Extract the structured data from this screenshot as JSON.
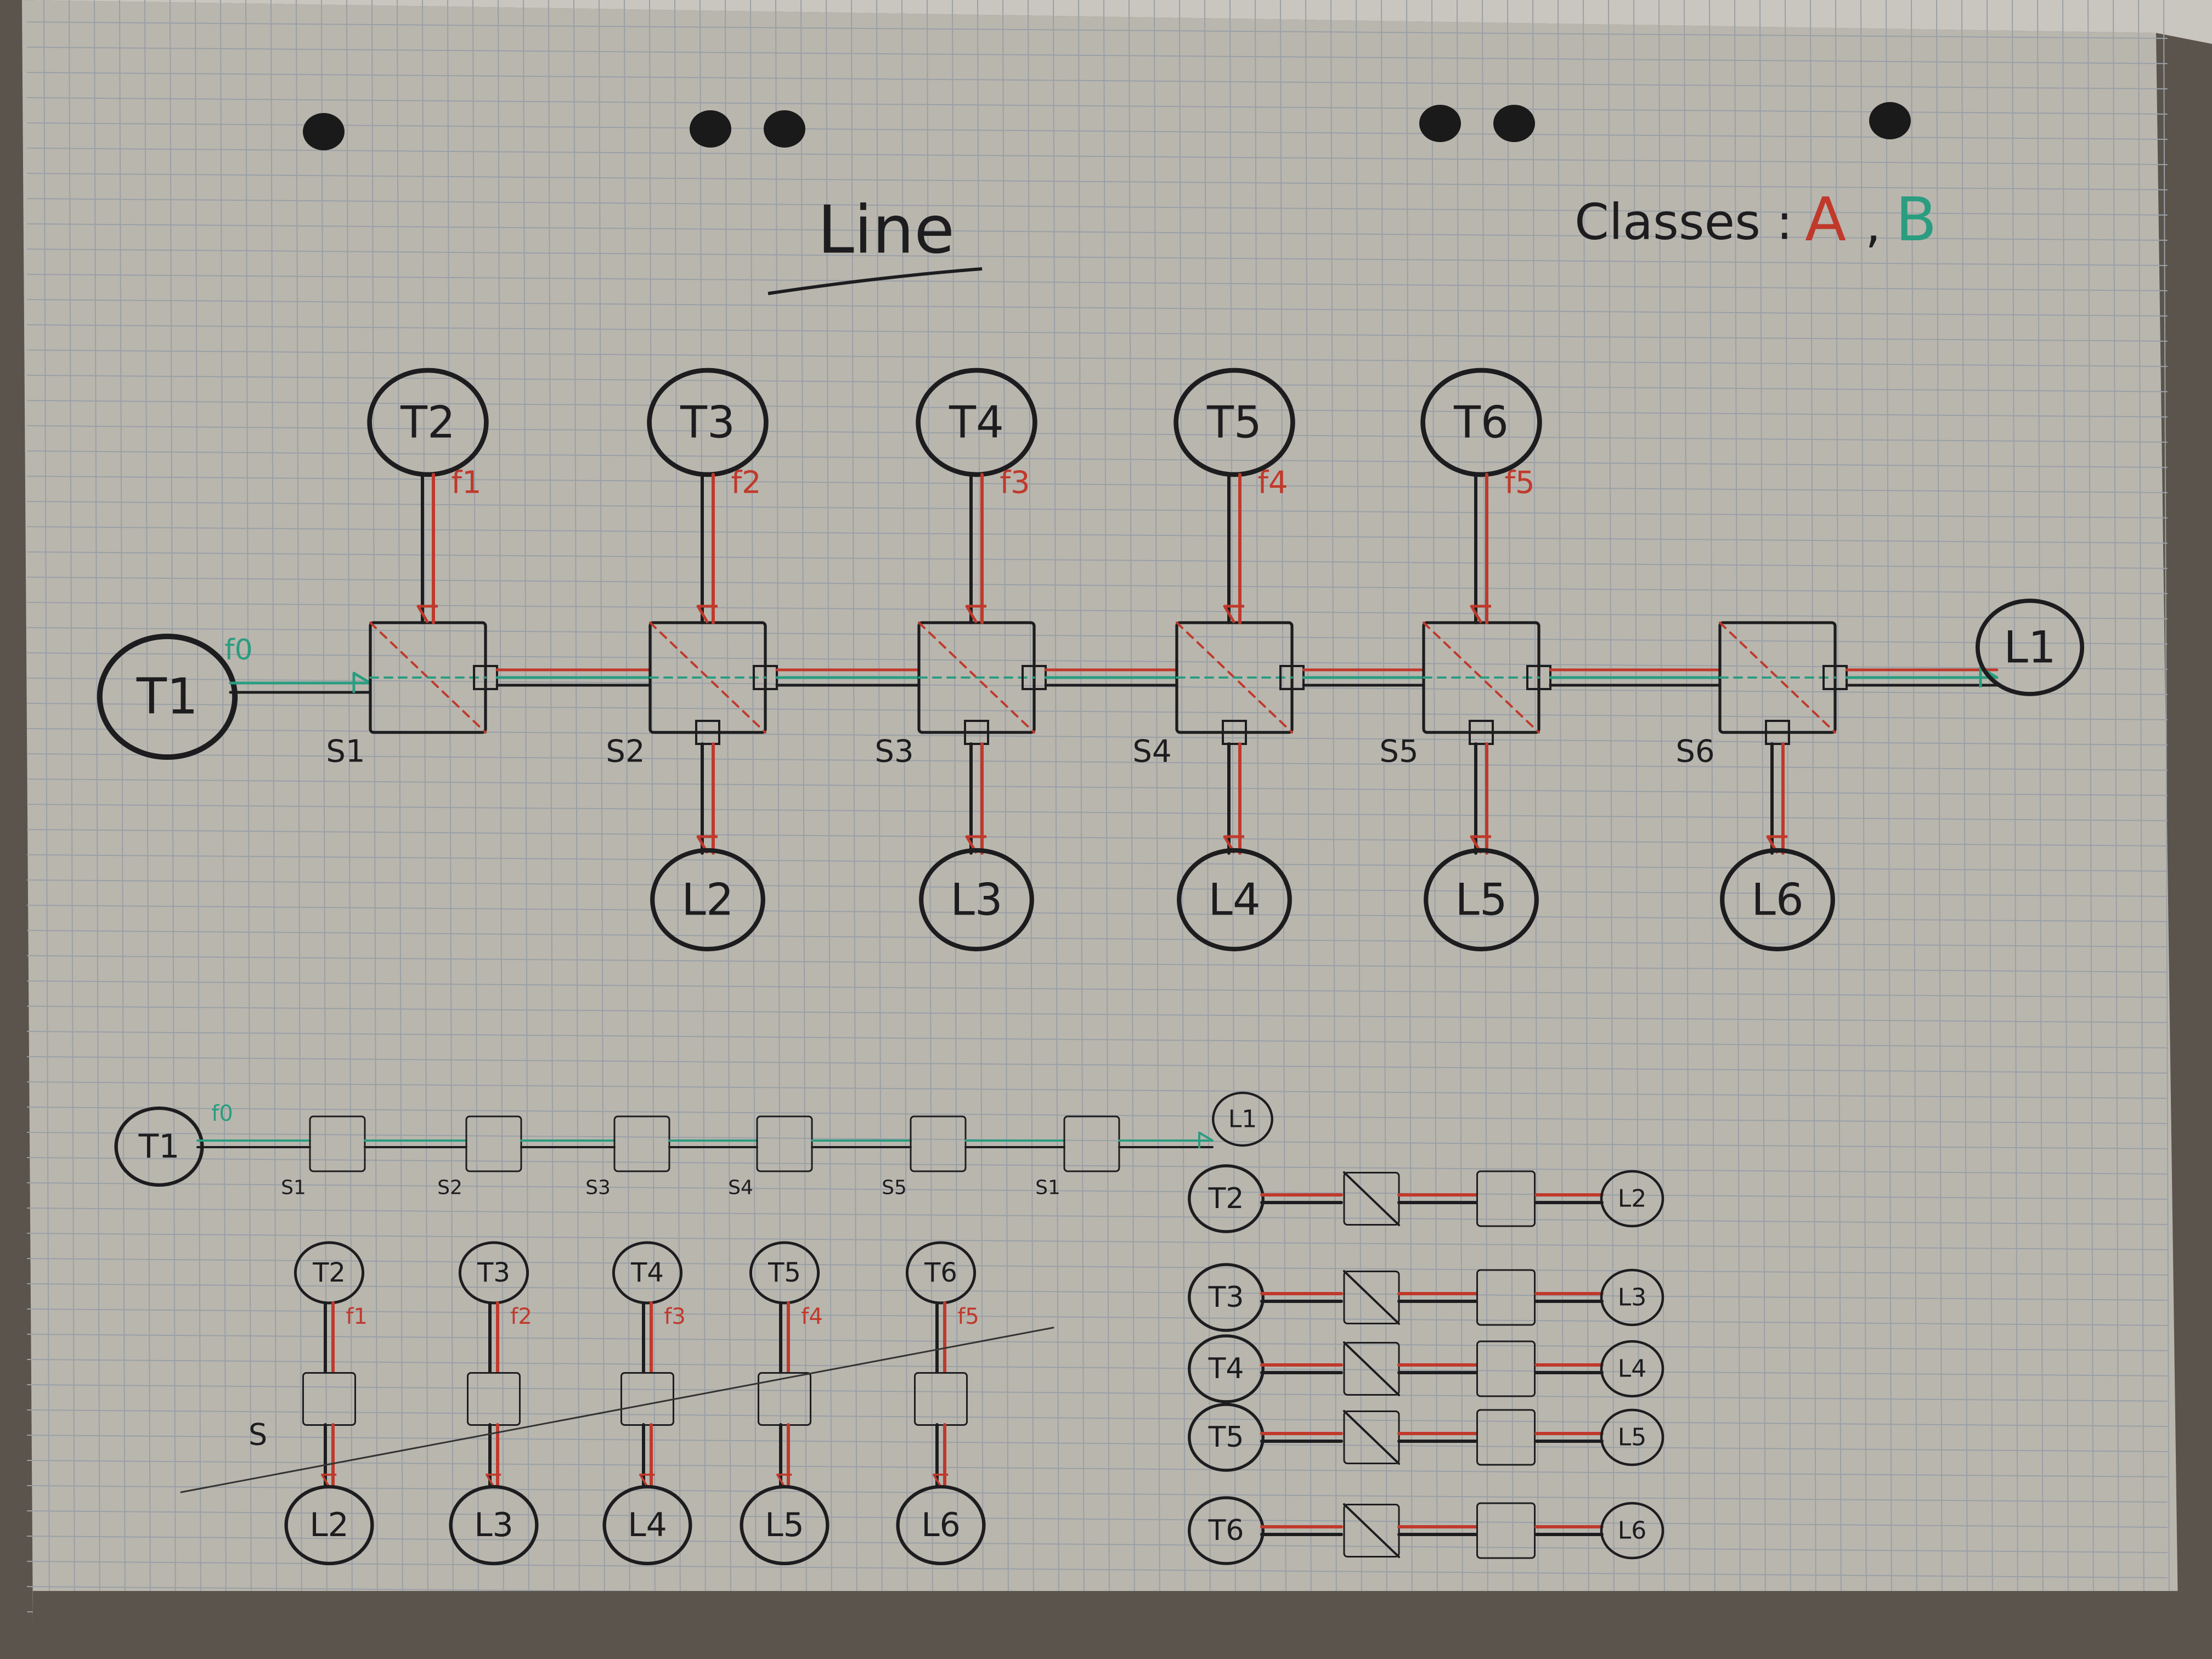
{
  "title": "Line",
  "classes": {
    "label": "Classes :",
    "a": "A",
    "comma": ",",
    "b": "B"
  },
  "colors": {
    "paper": "#b9b6ae",
    "grid": "#9aa0a6",
    "ink": "#1d1d1f",
    "class_a": "#c0392b",
    "class_b": "#2a9d80"
  },
  "main": {
    "source": "T1",
    "source_flow": "f0",
    "sink": "L1",
    "stations": [
      {
        "label": "S1",
        "feeder": "T2",
        "feeder_flow": "f1",
        "outlet": null
      },
      {
        "label": "S2",
        "feeder": "T3",
        "feeder_flow": "f2",
        "outlet": "L2"
      },
      {
        "label": "S3",
        "feeder": "T4",
        "feeder_flow": "f3",
        "outlet": "L3"
      },
      {
        "label": "S4",
        "feeder": "T5",
        "feeder_flow": "f4",
        "outlet": "L4"
      },
      {
        "label": "S5",
        "feeder": "T6",
        "feeder_flow": "f5",
        "outlet": "L5"
      },
      {
        "label": "S6",
        "feeder": null,
        "feeder_flow": null,
        "outlet": "L6"
      }
    ]
  },
  "chain": {
    "source": "T1",
    "source_flow": "f0",
    "sink": "L1",
    "stations": [
      "S1",
      "S2",
      "S3",
      "S4",
      "S5",
      "S1"
    ]
  },
  "branches": [
    {
      "source": "T2",
      "flow": "f1",
      "sink": "L2"
    },
    {
      "source": "T3",
      "flow": "f2",
      "sink": "L3"
    },
    {
      "source": "T4",
      "flow": "f3",
      "sink": "L4"
    },
    {
      "source": "T5",
      "flow": "f4",
      "sink": "L5"
    },
    {
      "source": "T6",
      "flow": "f5",
      "sink": "L6"
    }
  ],
  "branch_station_label": "S",
  "horizontal_branches": [
    {
      "source": "T2",
      "sink": "L2"
    },
    {
      "source": "T3",
      "sink": "L3"
    },
    {
      "source": "T4",
      "sink": "L4"
    },
    {
      "source": "T5",
      "sink": "L5"
    },
    {
      "source": "T6",
      "sink": "L6"
    }
  ]
}
